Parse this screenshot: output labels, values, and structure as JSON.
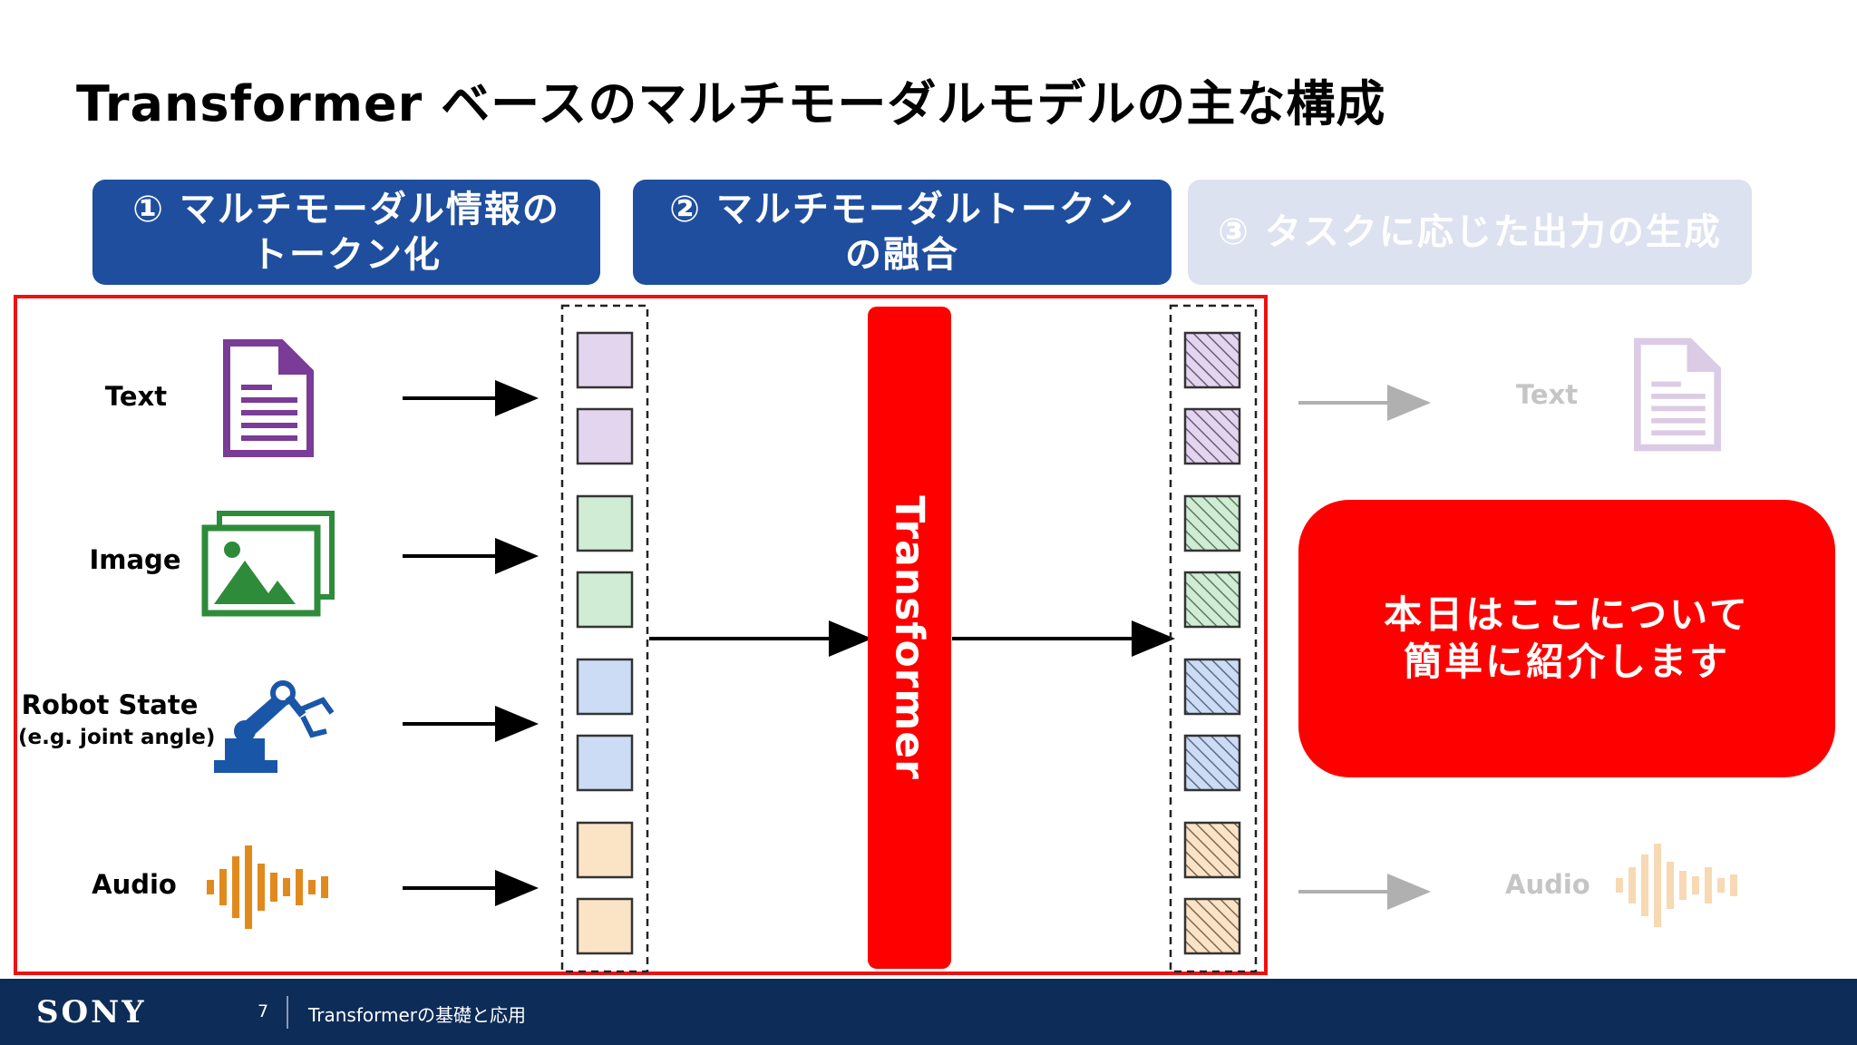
{
  "title": "Transformer ベースのマルチモーダルモデルの主な構成",
  "steps": [
    {
      "line1": "① マルチモーダル情報の",
      "line2": "トークン化"
    },
    {
      "line1": "② マルチモーダルトークン",
      "line2": "の融合"
    },
    {
      "line1": "③ タスクに応じた出力の生成"
    }
  ],
  "inputs": {
    "text": "Text",
    "image": "Image",
    "robot": "Robot State",
    "robot_sub": "(e.g. joint angle)",
    "audio": "Audio"
  },
  "transformer": "Transformer",
  "outputs": {
    "text": "Text",
    "audio": "Audio"
  },
  "callout": {
    "line1": "本日はここについて",
    "line2": "簡単に紹介します"
  },
  "footer": {
    "brand": "SONY",
    "page": "7",
    "title": "Transformerの基礎と応用"
  },
  "colors": {
    "text": "#7a3c96",
    "image": "#2e8b3a",
    "robot": "#1a56a8",
    "audio": "#e08a1e",
    "text_tok": "#e4d5ee",
    "image_tok": "#d1ecd5",
    "robot_tok": "#ccdcf4",
    "audio_tok": "#fbe3c6",
    "step_active": "#1f4e9e",
    "step_inactive": "#dce2ef",
    "accent_red": "#ff0000",
    "footer_bg": "#0d2c57"
  },
  "icons": [
    "document-icon",
    "image-gallery-icon",
    "robot-arm-icon",
    "audio-waveform-icon"
  ]
}
